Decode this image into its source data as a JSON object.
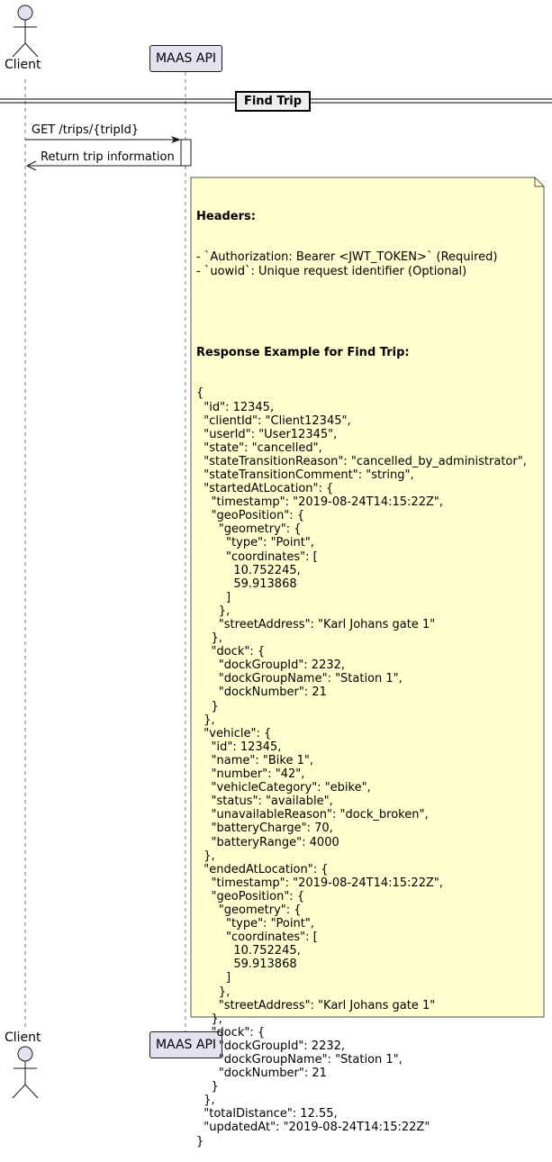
{
  "participants": {
    "client": "Client",
    "maas_api": "MAAS API"
  },
  "divider": {
    "label": "Find Trip"
  },
  "messages": [
    {
      "label": "GET /trips/{tripId}"
    },
    {
      "label": "Return trip information"
    }
  ],
  "note": {
    "headers_title": "Headers:",
    "headers_lines": [
      "- `Authorization: Bearer <JWT_TOKEN>` (Required)",
      "- `uowid`: Unique request identifier (Optional)"
    ],
    "response_title": "Response Example for Find Trip:",
    "response_lines": [
      "{",
      "  \"id\": 12345,",
      "  \"clientId\": \"Client12345\",",
      "  \"userId\": \"User12345\",",
      "  \"state\": \"cancelled\",",
      "  \"stateTransitionReason\": \"cancelled_by_administrator\",",
      "  \"stateTransitionComment\": \"string\",",
      "  \"startedAtLocation\": {",
      "    \"timestamp\": \"2019-08-24T14:15:22Z\",",
      "    \"geoPosition\": {",
      "      \"geometry\": {",
      "        \"type\": \"Point\",",
      "        \"coordinates\": [",
      "          10.752245,",
      "          59.913868",
      "        ]",
      "      },",
      "      \"streetAddress\": \"Karl Johans gate 1\"",
      "    },",
      "    \"dock\": {",
      "      \"dockGroupId\": 2232,",
      "      \"dockGroupName\": \"Station 1\",",
      "      \"dockNumber\": 21",
      "    }",
      "  },",
      "  \"vehicle\": {",
      "    \"id\": 12345,",
      "    \"name\": \"Bike 1\",",
      "    \"number\": \"42\",",
      "    \"vehicleCategory\": \"ebike\",",
      "    \"status\": \"available\",",
      "    \"unavailableReason\": \"dock_broken\",",
      "    \"batteryCharge\": 70,",
      "    \"batteryRange\": 4000",
      "  },",
      "  \"endedAtLocation\": {",
      "    \"timestamp\": \"2019-08-24T14:15:22Z\",",
      "    \"geoPosition\": {",
      "      \"geometry\": {",
      "        \"type\": \"Point\",",
      "        \"coordinates\": [",
      "          10.752245,",
      "          59.913868",
      "        ]",
      "      },",
      "      \"streetAddress\": \"Karl Johans gate 1\"",
      "    },",
      "    \"dock\": {",
      "      \"dockGroupId\": 2232,",
      "      \"dockGroupName\": \"Station 1\",",
      "      \"dockNumber\": 21",
      "    }",
      "  },",
      "  \"totalDistance\": 12.55,",
      "  \"updatedAt\": \"2019-08-24T14:15:22Z\"",
      "}"
    ]
  },
  "colors": {
    "participant_fill": "#e2e2f0",
    "note_fill": "#fefece",
    "line": "#181818"
  }
}
